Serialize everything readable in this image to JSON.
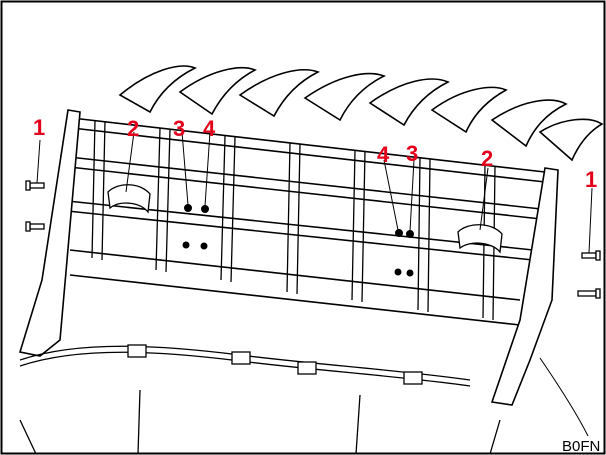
{
  "callouts": {
    "c1_left": "1",
    "c2_left": "2",
    "c3_left": "3",
    "c4_left": "4",
    "c4_right": "4",
    "c3_right": "3",
    "c2_right": "2",
    "c1_right": "1"
  },
  "figure_code": "B0FN",
  "colors": {
    "callout": "#e3001b",
    "line": "#000000",
    "background": "#ffffff"
  }
}
